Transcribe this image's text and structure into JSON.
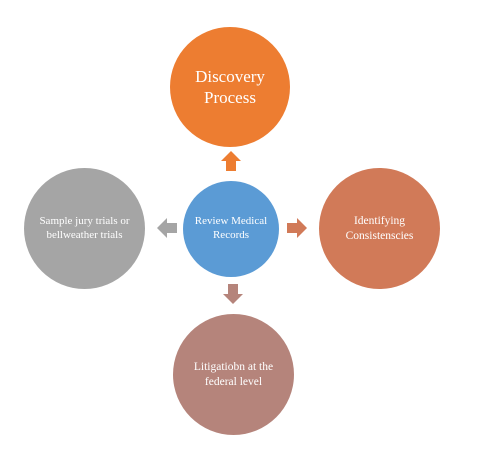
{
  "nodes": {
    "center": {
      "label": "Review Medical Records",
      "color": "#5b9bd5"
    },
    "top": {
      "label": "Discovery Process",
      "color": "#ed7d31"
    },
    "right": {
      "label": "Identifying Consistenscies",
      "color": "#d17a58"
    },
    "bottom": {
      "label": "Litigatiobn at the federal level",
      "color": "#b5847b"
    },
    "left": {
      "label": "Sample jury trials or bellweather trials",
      "color": "#a5a5a5"
    }
  },
  "arrows": {
    "top": {
      "color": "#ed7d31"
    },
    "right": {
      "color": "#d17a58"
    },
    "bottom": {
      "color": "#b5847b"
    },
    "left": {
      "color": "#a5a5a5"
    }
  }
}
